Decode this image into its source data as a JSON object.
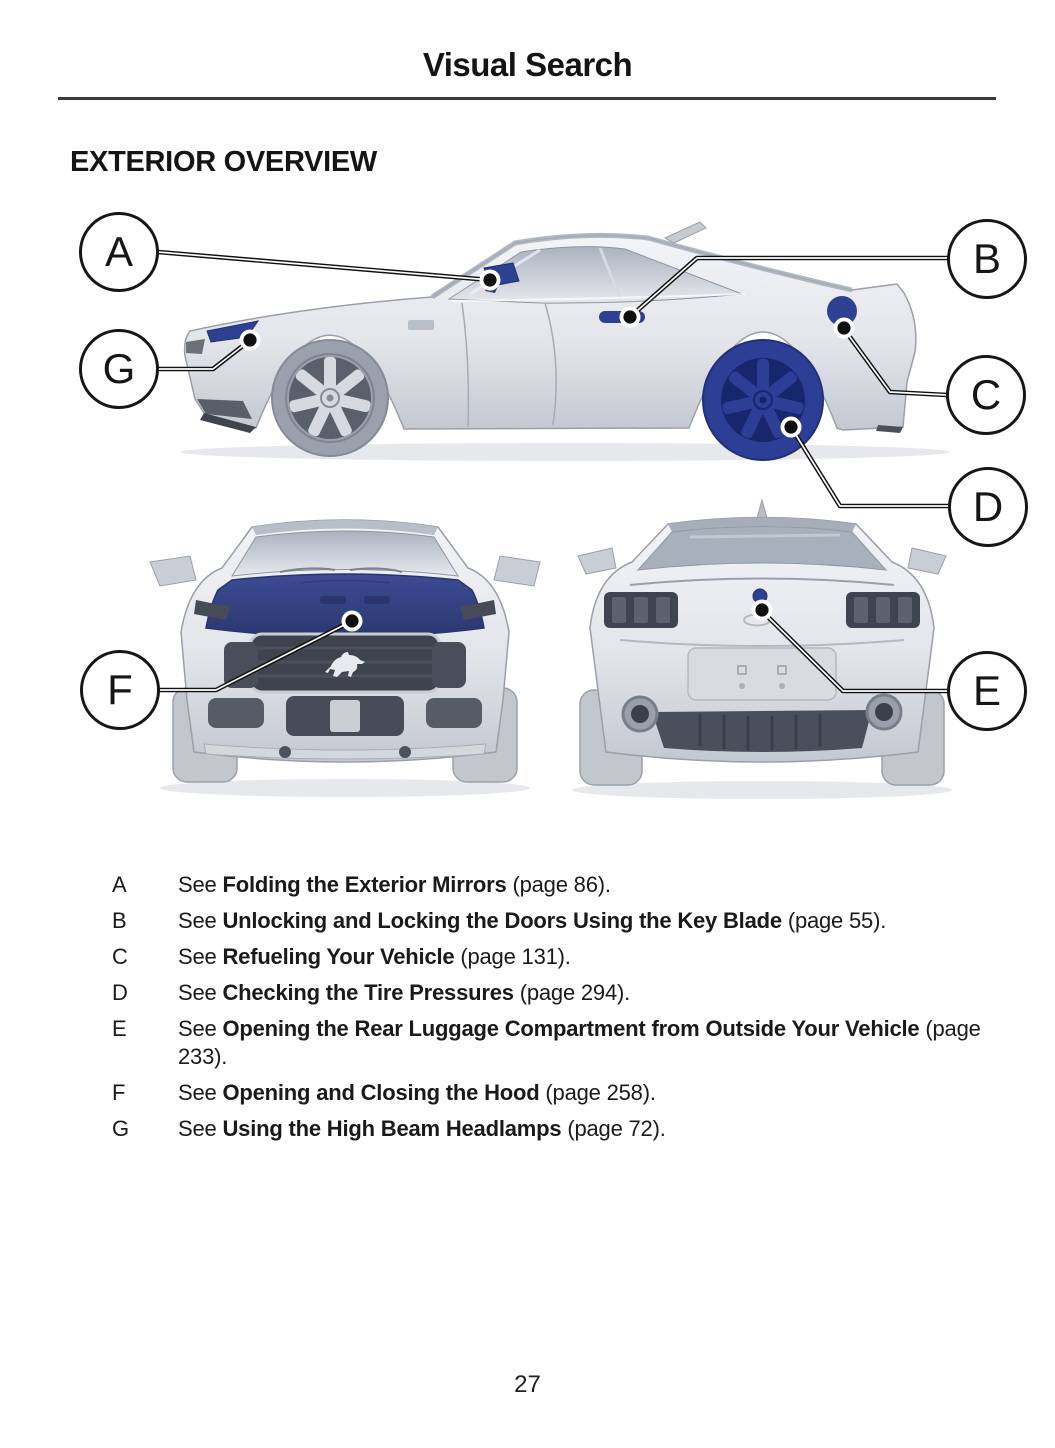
{
  "page": {
    "header_title": "Visual Search",
    "section_title": "EXTERIOR OVERVIEW",
    "page_number": "27"
  },
  "colors": {
    "highlight_blue": "#2e4091",
    "highlight_blue_dark": "#1b2a6e",
    "ink": "#161616",
    "car_gray_light": "#f1f2f5",
    "car_gray_dark": "#c6cbd3"
  },
  "callouts": [
    {
      "letter": "A",
      "points_to": "door-mirror"
    },
    {
      "letter": "B",
      "points_to": "door-handle-key-blade"
    },
    {
      "letter": "C",
      "points_to": "fuel-filler"
    },
    {
      "letter": "D",
      "points_to": "rear-tire"
    },
    {
      "letter": "E",
      "points_to": "rear-luggage-compartment-release"
    },
    {
      "letter": "F",
      "points_to": "hood"
    },
    {
      "letter": "G",
      "points_to": "headlamp"
    }
  ],
  "legend": [
    {
      "letter": "A",
      "prefix": "See ",
      "topic": "Folding the Exterior Mirrors",
      "pages": " (page 86)."
    },
    {
      "letter": "B",
      "prefix": "See ",
      "topic": "Unlocking and Locking the Doors Using the Key Blade",
      "pages": " (page 55)."
    },
    {
      "letter": "C",
      "prefix": "See ",
      "topic": "Refueling Your Vehicle",
      "pages": " (page 131)."
    },
    {
      "letter": "D",
      "prefix": "See ",
      "topic": "Checking the Tire Pressures",
      "pages": " (page 294)."
    },
    {
      "letter": "E",
      "prefix": "See ",
      "topic": "Opening the Rear Luggage Compartment from Outside Your Vehicle",
      "pages": " (page 233)."
    },
    {
      "letter": "F",
      "prefix": "See ",
      "topic": "Opening and Closing the Hood",
      "pages": " (page 258)."
    },
    {
      "letter": "G",
      "prefix": "See ",
      "topic": "Using the High Beam Headlamps",
      "pages": " (page 72)."
    }
  ]
}
